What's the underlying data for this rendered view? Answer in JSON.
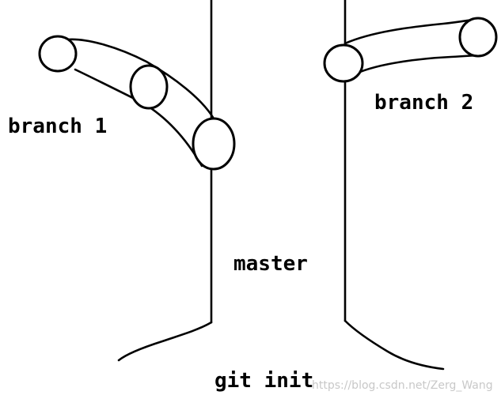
{
  "diagram": {
    "labels": {
      "branch1": "branch 1",
      "branch2": "branch 2",
      "master": "master",
      "git_init": "git init"
    },
    "watermark": "https://blog.csdn.net/Zerg_Wang",
    "colors": {
      "ink": "#000000",
      "background": "#ffffff",
      "watermark": "#c8c8c8"
    }
  }
}
